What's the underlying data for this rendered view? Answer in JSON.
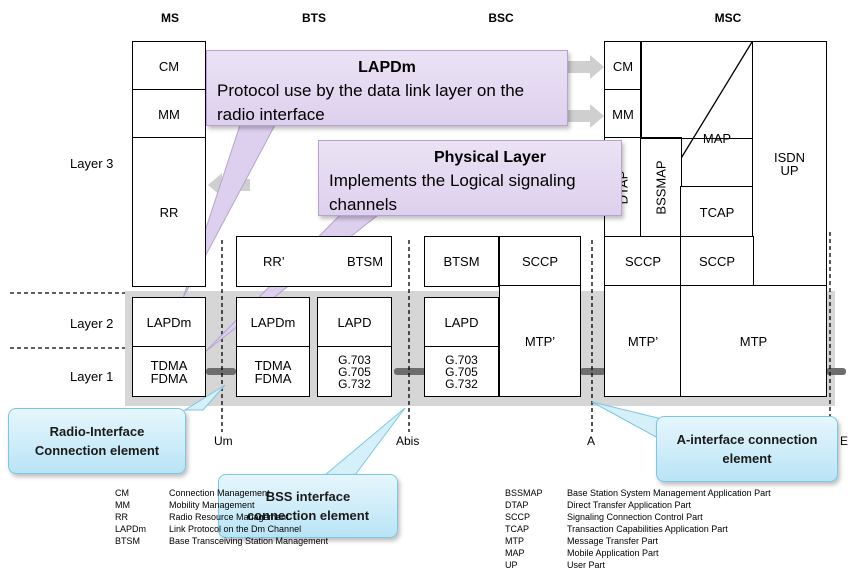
{
  "columns": {
    "ms": "MS",
    "bts": "BTS",
    "bsc": "BSC",
    "msc": "MSC"
  },
  "layers": {
    "layer3": "Layer 3",
    "layer2": "Layer 2",
    "layer1": "Layer 1"
  },
  "ms_stack": {
    "cm": "CM",
    "mm": "MM",
    "rr": "RR",
    "lapdm": "LAPDm",
    "phy": "TDMA\nFDMA"
  },
  "bts_stack": {
    "rr_prime": "RR’",
    "btsm": "BTSM",
    "lapdm": "LAPDm",
    "phy": "TDMA\nFDMA",
    "lapd": "LAPD",
    "g": "G.703\nG.705\nG.732"
  },
  "bsc_stack": {
    "btsm": "BTSM",
    "lapd": "LAPD",
    "g": "G.703\nG.705\nG.732",
    "sccp": "SCCP",
    "mtp_prime": "MTP’"
  },
  "msc_stack": {
    "cm": "CM",
    "mm": "MM",
    "dtap": "DTAP",
    "bssmap": "BSSMAP",
    "map": "MAP",
    "tcap": "TCAP",
    "isdn_up": "ISDN\nUP",
    "sccp1": "SCCP",
    "sccp2": "SCCP",
    "mtp_prime": "MTP’",
    "mtp": "MTP"
  },
  "interfaces": {
    "um": "Um",
    "abis": "Abis",
    "a": "A",
    "e": "E"
  },
  "callouts": {
    "lapdm": {
      "title": "LAPDm",
      "body": "Protocol use by the data link layer on the radio interface"
    },
    "physical": {
      "title": "Physical Layer",
      "body": "Implements the Logical signaling channels"
    },
    "radio_if": "Radio-Interface Connection element",
    "bss_if": "BSS interface connection element",
    "a_if": "A-interface connection element"
  },
  "legend_left": [
    {
      "abbr": "CM",
      "def": "Connection Management"
    },
    {
      "abbr": "MM",
      "def": "Mobility Management"
    },
    {
      "abbr": "RR",
      "def": "Radio Resource Management"
    },
    {
      "abbr": "LAPDm",
      "def": "Link Protocol on the Dm Channel"
    },
    {
      "abbr": "BTSM",
      "def": "Base Transceiving Station Management"
    }
  ],
  "legend_right": [
    {
      "abbr": "BSSMAP",
      "def": "Base Station System Management Application Part"
    },
    {
      "abbr": "DTAP",
      "def": "Direct Transfer Application Part"
    },
    {
      "abbr": "SCCP",
      "def": "Signaling Connection Control Part"
    },
    {
      "abbr": "TCAP",
      "def": "Transaction Capabilities Application Part"
    },
    {
      "abbr": "MTP",
      "def": "Message Transfer Part"
    },
    {
      "abbr": "MAP",
      "def": "Mobile Application Part"
    },
    {
      "abbr": "UP",
      "def": "User Part"
    }
  ],
  "colors": {
    "band": "#d6d6d6",
    "link": "#6d6d6d",
    "purple_callout": "#e3d8f1",
    "blue_callout": "#c8ebf8"
  }
}
